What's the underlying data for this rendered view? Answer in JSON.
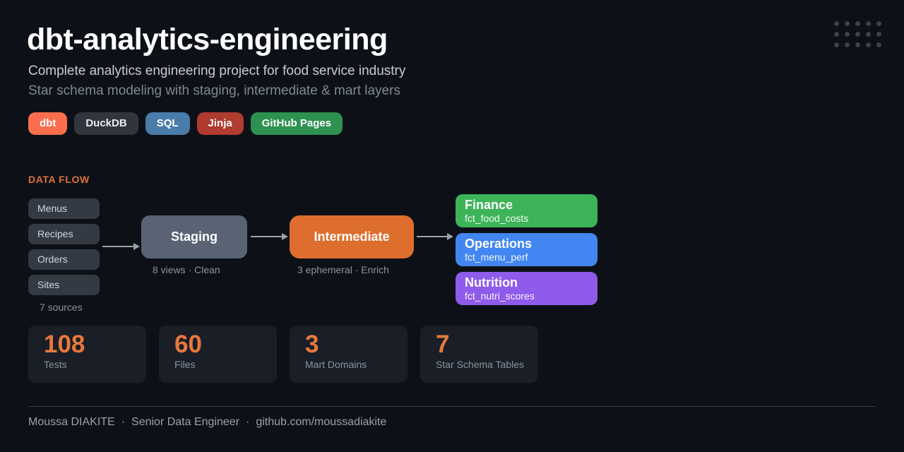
{
  "header": {
    "title": "dbt-analytics-engineering",
    "subtitle1": "Complete analytics engineering project for food service industry",
    "subtitle2": "Star schema modeling with staging, intermediate & mart layers"
  },
  "badges": [
    {
      "label": "dbt",
      "bg": "#FA6E4E"
    },
    {
      "label": "DuckDB",
      "bg": "#31363D"
    },
    {
      "label": "SQL",
      "bg": "#4A7CA9"
    },
    {
      "label": "Jinja",
      "bg": "#B03B2F"
    },
    {
      "label": "GitHub Pages",
      "bg": "#2E9150"
    }
  ],
  "data_flow": {
    "section_label": "DATA FLOW",
    "sources": {
      "items": [
        "Menus",
        "Recipes",
        "Orders",
        "Sites"
      ],
      "caption": "7 sources"
    },
    "staging": {
      "label": "Staging",
      "caption": "8 views · Clean",
      "bg": "#5A6374"
    },
    "intermediate": {
      "label": "Intermediate",
      "caption": "3 ephemeral · Enrich",
      "bg": "#DE6E2D"
    },
    "marts": [
      {
        "label": "Finance",
        "table": "fct_food_costs",
        "bg": "#3DB458"
      },
      {
        "label": "Operations",
        "table": "fct_menu_perf",
        "bg": "#4286F1"
      },
      {
        "label": "Nutrition",
        "table": "fct_nutri_scores",
        "bg": "#8E5BEB"
      }
    ]
  },
  "stats": [
    {
      "value": "108",
      "label": "Tests"
    },
    {
      "value": "60",
      "label": "Files"
    },
    {
      "value": "3",
      "label": "Mart Domains"
    },
    {
      "value": "7",
      "label": "Star Schema Tables"
    }
  ],
  "footer": {
    "name": "Moussa DIAKITE",
    "separator": "·",
    "role": "Senior Data Engineer",
    "link": "github.com/moussadiakite"
  },
  "colors": {
    "background": "#0D1117",
    "accent": "#E8773D",
    "section_label": "#E0713A"
  }
}
